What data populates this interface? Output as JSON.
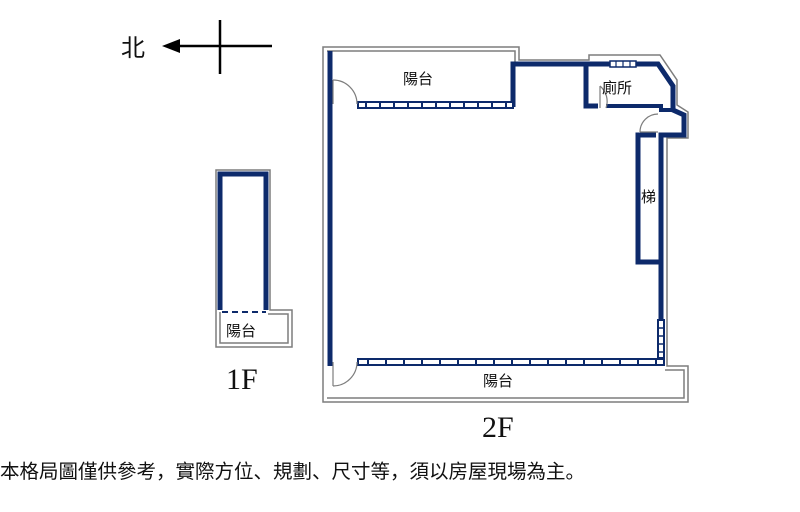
{
  "compass": {
    "label": "北"
  },
  "rooms": {
    "balcony_2f_top": "陽台",
    "toilet": "廁所",
    "stairs": "梯",
    "balcony_2f_bottom": "陽台",
    "balcony_1f": "陽台"
  },
  "floors": {
    "first": "1F",
    "second": "2F"
  },
  "colors": {
    "wall": "#0d2a6b",
    "line": "#7d7d7d",
    "text": "#111111"
  },
  "disclaimer": "本格局圖僅供參考，實際方位、規劃、尺寸等，須以房屋現場為主。"
}
